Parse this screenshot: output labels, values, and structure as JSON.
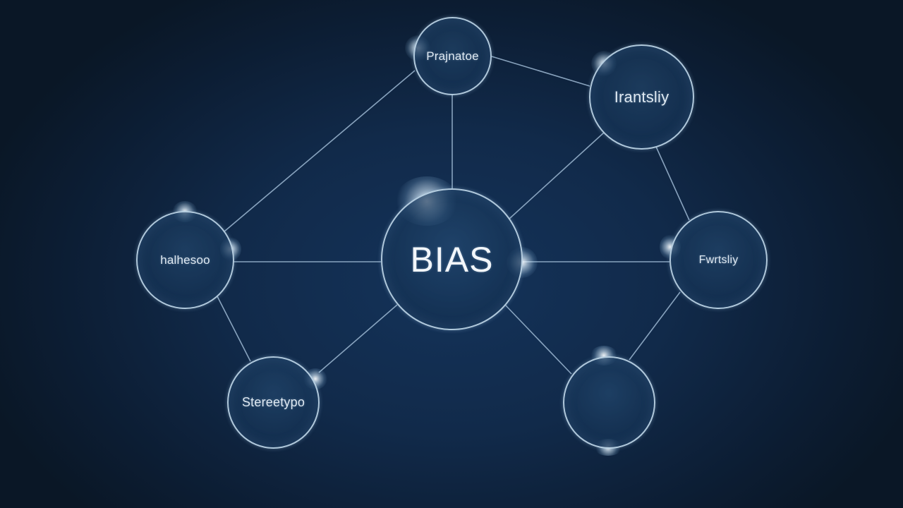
{
  "diagram": {
    "type": "network",
    "background_color": "#112a4a",
    "line_color": "#9db8d2",
    "node_border_color": "#cde4f5",
    "center_node": {
      "id": "bias",
      "label": "BIAS"
    },
    "nodes": [
      {
        "id": "top",
        "label": "Prajnatoe"
      },
      {
        "id": "top-right",
        "label": "Irantsliy"
      },
      {
        "id": "left",
        "label": "halhesoo"
      },
      {
        "id": "right",
        "label": "Fwrtsliy"
      },
      {
        "id": "bottom-left",
        "label": "Stereetypo"
      },
      {
        "id": "bottom-right",
        "label": ""
      }
    ],
    "edges": [
      [
        "bias",
        "top"
      ],
      [
        "bias",
        "top-right"
      ],
      [
        "bias",
        "left"
      ],
      [
        "bias",
        "right"
      ],
      [
        "bias",
        "bottom-left"
      ],
      [
        "bias",
        "bottom-right"
      ],
      [
        "top",
        "left"
      ],
      [
        "top",
        "top-right"
      ],
      [
        "top-right",
        "right"
      ],
      [
        "left",
        "bottom-left"
      ],
      [
        "right",
        "bottom-right"
      ]
    ]
  }
}
